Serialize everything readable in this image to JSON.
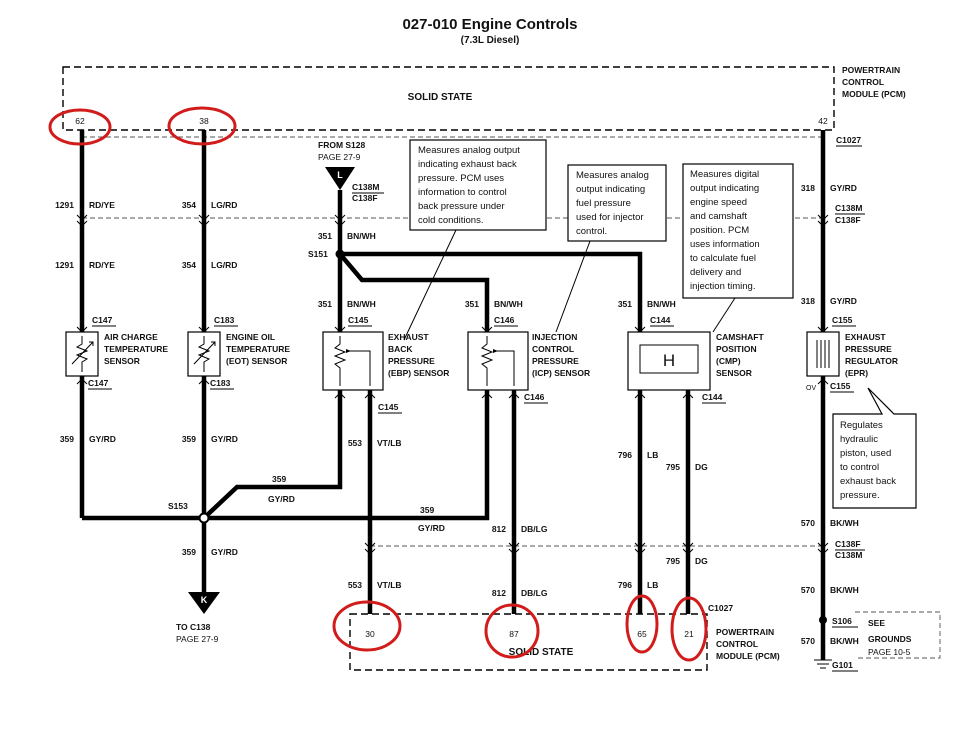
{
  "title": "027-010 Engine Controls",
  "subtitle": "(7.3L Diesel)",
  "pcm": {
    "label_lines": [
      "POWERTRAIN",
      "CONTROL",
      "MODULE (PCM)"
    ],
    "solid_state": "SOLID STATE",
    "top_pins": [
      "62",
      "38",
      "42"
    ],
    "bottom_pins": [
      "30",
      "87",
      "65",
      "21"
    ]
  },
  "connectors": {
    "c1027": "C1027",
    "c138m": "C138M",
    "c138f": "C138F",
    "c145": "C145",
    "c146": "C146",
    "c144": "C144",
    "c147": "C147",
    "c183": "C183",
    "c155": "C155",
    "ov": "OV"
  },
  "from_s128": {
    "line1": "FROM S128",
    "line2": "PAGE 27-9",
    "marker": "L"
  },
  "to_c138": {
    "line1": "TO C138",
    "line2": "PAGE 27-9",
    "marker": "K"
  },
  "splices": {
    "s151": "S151",
    "s153": "S153",
    "s106": "S106",
    "g101": "G101"
  },
  "wires": {
    "w1291": "1291",
    "rdye": "RD/YE",
    "w354": "354",
    "lgrd": "LG/RD",
    "w351": "351",
    "bnwh": "BN/WH",
    "w318": "318",
    "gyrd": "GY/RD",
    "w359": "359",
    "w553": "553",
    "vtlb": "VT/LB",
    "w812": "812",
    "dblg": "DB/LG",
    "w796": "796",
    "lb": "LB",
    "w795": "795",
    "dg": "DG",
    "w570": "570",
    "bkwh": "BK/WH"
  },
  "sensors": {
    "act": [
      "AIR CHARGE",
      "TEMPERATURE",
      "SENSOR"
    ],
    "eot": [
      "ENGINE OIL",
      "TEMPERATURE",
      "(EOT) SENSOR"
    ],
    "ebp": [
      "EXHAUST",
      "BACK",
      "PRESSURE",
      "(EBP) SENSOR"
    ],
    "icp": [
      "INJECTION",
      "CONTROL",
      "PRESSURE",
      "(ICP) SENSOR"
    ],
    "cmp": [
      "CAMSHAFT",
      "POSITION",
      "(CMP)",
      "SENSOR"
    ],
    "cmp_symbol": "H",
    "epr": [
      "EXHAUST",
      "PRESSURE",
      "REGULATOR",
      "(EPR)"
    ]
  },
  "notes": {
    "ebp": [
      "Measures analog output",
      "indicating exhaust back",
      "pressure. PCM uses",
      "information to control",
      "back pressure under",
      "cold conditions."
    ],
    "icp": [
      "Measures analog",
      "output indicating",
      "fuel pressure",
      "used for injector",
      "control."
    ],
    "cmp": [
      "Measures digital",
      "output indicating",
      "engine speed",
      "and camshaft",
      "position. PCM",
      "uses information",
      "to calculate fuel",
      "delivery and",
      "injection timing."
    ],
    "epr": [
      "Regulates",
      "hydraulic",
      "piston, used",
      "to control",
      "exhaust back",
      "pressure."
    ]
  },
  "grounds": [
    "SEE",
    "GROUNDS",
    "PAGE 10-5"
  ],
  "highlight_color": "#d21c1c"
}
